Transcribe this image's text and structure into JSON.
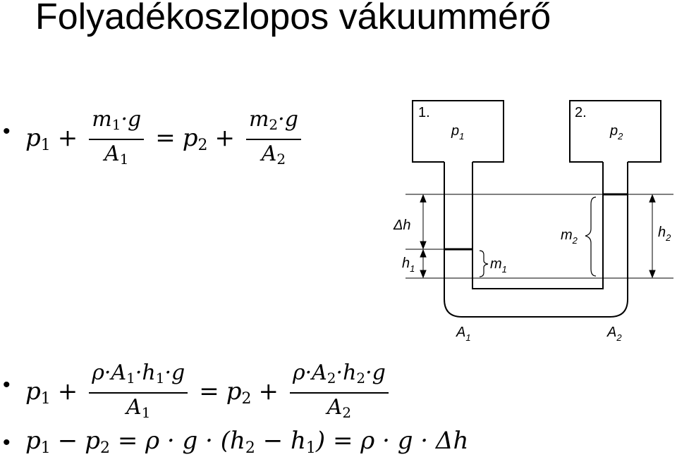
{
  "title": "Folyadékoszlopos vákuummérő",
  "bullets": [
    "•",
    "•",
    "•"
  ],
  "diagram": {
    "vessel1_label": "1.",
    "vessel2_label": "2.",
    "p1": "p",
    "p1_sub": "1",
    "p2": "p",
    "p2_sub": "2",
    "dh": "Δh",
    "h1": "h",
    "h1_sub": "1",
    "h2": "h",
    "h2_sub": "2",
    "m1": "m",
    "m1_sub": "1",
    "m2": "m",
    "m2_sub": "2",
    "a1": "A",
    "a1_sub": "1",
    "a2": "A",
    "a2_sub": "2"
  },
  "equations": {
    "eq1": {
      "lhs": "p",
      "lhs_sub": "1",
      "plus": "+",
      "equals": "=",
      "num1": "m",
      "num1_sub": "1",
      "num1_rest": "·g",
      "den1": "A",
      "den1_sub": "1",
      "rhs": "p",
      "rhs_sub": "2",
      "num2": "m",
      "num2_sub": "2",
      "num2_rest": "·g",
      "den2": "A",
      "den2_sub": "2"
    },
    "eq2": {
      "lhs": "p",
      "lhs_sub": "1",
      "plus": "+",
      "equals": "=",
      "num1_a": "ρ·A",
      "num1_a_sub": "1",
      "num1_b": "·h",
      "num1_b_sub": "1",
      "num1_c": "·g",
      "den1": "A",
      "den1_sub": "1",
      "rhs": "p",
      "rhs_sub": "2",
      "num2_a": "ρ·A",
      "num2_a_sub": "2",
      "num2_b": "·h",
      "num2_b_sub": "2",
      "num2_c": "·g",
      "den2": "A",
      "den2_sub": "2"
    },
    "eq3": {
      "p1": "p",
      "p1_sub": "1",
      "minus": "−",
      "p2": "p",
      "p2_sub": "2",
      "mid": "= ρ · g · (h",
      "h2_sub": "2",
      "minus2": "− h",
      "h1_sub": "1",
      "end": ") = ρ · g · Δh"
    }
  }
}
